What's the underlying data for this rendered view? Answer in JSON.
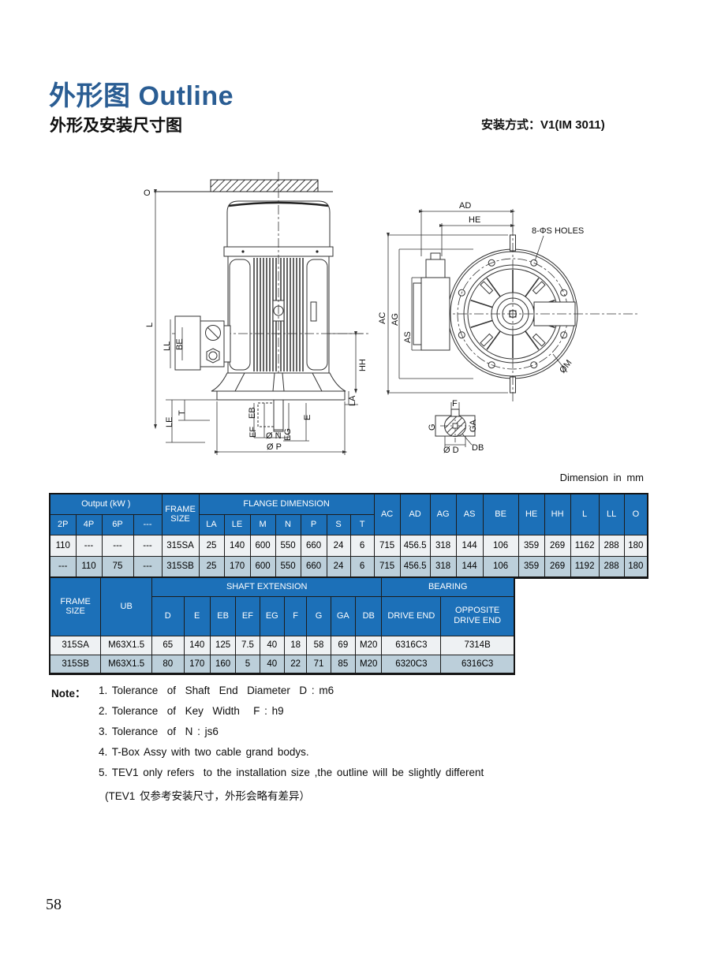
{
  "page": {
    "title": "外形图 Outline",
    "subtitle": "外形及安装尺寸图",
    "mounting": "安装方式：V1(IM 3011)",
    "dimension_note": "Dimension in  mm",
    "page_number": "58"
  },
  "colors": {
    "header_blue": "#1c70b8",
    "row_light": "#eef1f3",
    "row_shaded": "#bccfda",
    "title_blue": "#2a5d93"
  },
  "drawing": {
    "labels": {
      "o": "O",
      "l": "L",
      "ll": "LL",
      "be": "BE",
      "le": "LE",
      "t": "T",
      "eb": "EB",
      "ef": "EF",
      "phi_n": "Ø N",
      "eg": "EG",
      "e": "E",
      "phi_p": "Ø P",
      "hh": "HH",
      "la": "LA",
      "ad": "AD",
      "he": "HE",
      "holes": "8-ΦS HOLES",
      "ac": "AC",
      "ag": "AG",
      "as": "AS",
      "phi_m": "ØM",
      "f": "F",
      "g": "G",
      "ga": "GA",
      "phi_d": "Ø D",
      "db": "DB"
    }
  },
  "table1": {
    "output_kw": "Output (kW )",
    "frame_size": "FRAME SIZE",
    "flange_dimension": "FLANGE DIMENSION",
    "speed_cols": [
      "2P",
      "4P",
      "6P",
      "---"
    ],
    "flange_cols": [
      "LA",
      "LE",
      "M",
      "N",
      "P",
      "S",
      "T"
    ],
    "other_cols": [
      "AC",
      "AD",
      "AG",
      "AS",
      "BE",
      "HE",
      "HH",
      "L",
      "LL",
      "O"
    ],
    "rows": [
      [
        "110",
        "---",
        "---",
        "---",
        "315SA",
        "25",
        "140",
        "600",
        "550",
        "660",
        "24",
        "6",
        "715",
        "456.5",
        "318",
        "144",
        "106",
        "359",
        "269",
        "1162",
        "288",
        "180"
      ],
      [
        "---",
        "110",
        "75",
        "---",
        "315SB",
        "25",
        "170",
        "600",
        "550",
        "660",
        "24",
        "6",
        "715",
        "456.5",
        "318",
        "144",
        "106",
        "359",
        "269",
        "1192",
        "288",
        "180"
      ]
    ]
  },
  "table2": {
    "frame_size": "FRAME SIZE",
    "ub": "UB",
    "shaft_extension": "SHAFT EXTENSION",
    "bearing": "BEARING",
    "shaft_cols": [
      "D",
      "E",
      "EB",
      "EF",
      "EG",
      "F",
      "G",
      "GA",
      "DB"
    ],
    "bearing_cols": [
      "DRIVE END",
      "OPPOSITE DRIVE END"
    ],
    "rows": [
      [
        "315SA",
        "M63X1.5",
        "65",
        "140",
        "125",
        "7.5",
        "40",
        "18",
        "58",
        "69",
        "M20",
        "6316C3",
        "7314B"
      ],
      [
        "315SB",
        "M63X1.5",
        "80",
        "170",
        "160",
        "5",
        "40",
        "22",
        "71",
        "85",
        "M20",
        "6320C3",
        "6316C3"
      ]
    ]
  },
  "notes": {
    "label": "Note：",
    "items": [
      "1. Tolerance  of  Shaft  End  Diameter  D : m6",
      "2. Tolerance  of  Key  Width   F : h9",
      "3. Tolerance  of  N : js6",
      "4. T-Box Assy with two cable grand bodys.",
      "5. TEV1 only refers  to the installation size ,the outline will be slightly different",
      "(TEV1 仅参考安装尺寸，外形会略有差异）"
    ]
  }
}
